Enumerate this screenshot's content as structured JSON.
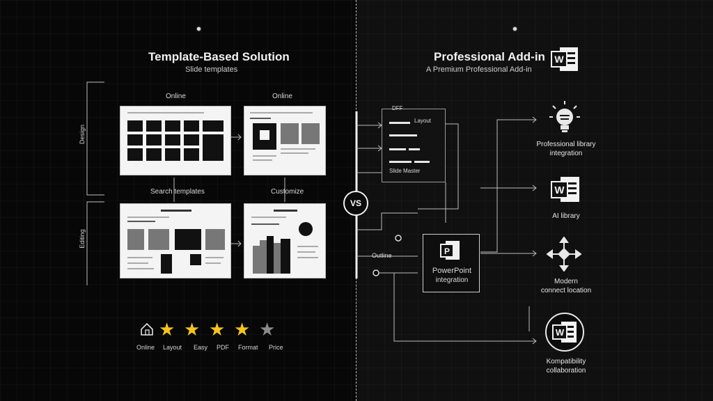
{
  "left": {
    "pin": "pin-icon",
    "title": "Template-Based Solution",
    "subtitle": "Slide templates",
    "side_labels": [
      "Design",
      "Editing"
    ],
    "card_captions": [
      "Online",
      "Online",
      "Search templates",
      "Customize"
    ],
    "rating": {
      "home_icon": "home-icon",
      "items": [
        {
          "label": "Online",
          "state": "filled"
        },
        {
          "label": "Layout",
          "state": "filled"
        },
        {
          "label": "Easy",
          "state": "filled"
        },
        {
          "label": "PDF",
          "state": "filled"
        },
        {
          "label": "Format",
          "state": "filled"
        },
        {
          "label": "Price",
          "state": "empty"
        }
      ],
      "star_color": "#f5c518",
      "empty_star_color": "#8a8a8a"
    }
  },
  "center": {
    "vs_label": "VS"
  },
  "right": {
    "pin": "pin-icon",
    "title": "Professional Add-in",
    "subtitle": "A Premium Professional Add-in",
    "panel_title": "DFF",
    "panel_rows": [
      "Layout",
      "",
      "",
      "Slide Master"
    ],
    "side_label": "Outline",
    "ppt_box": {
      "label_line1": "PowerPoint",
      "label_line2": "integration"
    },
    "features": [
      {
        "icon": "lightbulb-icon",
        "line1": "Professional library",
        "line2": "integration"
      },
      {
        "icon": "word-icon",
        "line1": "AI library",
        "line2": ""
      },
      {
        "icon": "move-arrows-icon",
        "line1": "Modern",
        "line2": "connect location"
      },
      {
        "icon": "word-icon",
        "line1": "Kompatibility",
        "line2": "collaboration"
      }
    ]
  }
}
